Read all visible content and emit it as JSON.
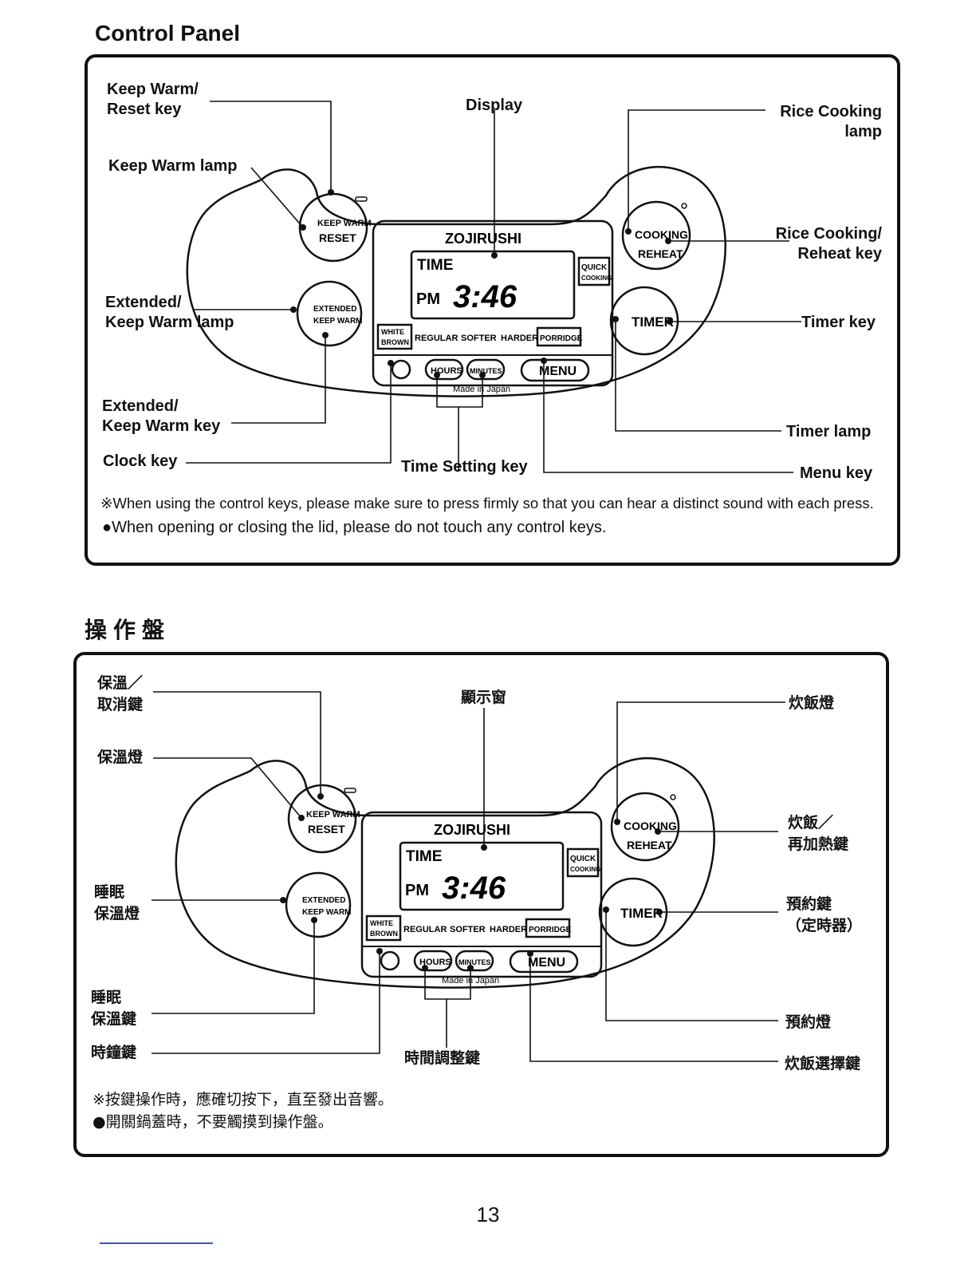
{
  "panel_en": {
    "title": "Control Panel",
    "labels": {
      "keep_warm_reset_key": "Keep Warm/\nReset key",
      "keep_warm_lamp": "Keep Warm lamp",
      "extended_keep_warm_lamp": "Extended/\nKeep Warm lamp",
      "extended_keep_warm_key": "Extended/\nKeep Warm key",
      "clock_key": "Clock key",
      "display": "Display",
      "time_setting_key": "Time Setting key",
      "rice_cooking_lamp": "Rice Cooking\nlamp",
      "rice_cooking_reheat_key": "Rice Cooking/\nReheat key",
      "timer_key": "Timer key",
      "timer_lamp": "Timer lamp",
      "menu_key": "Menu key"
    },
    "notes": [
      "※When using the control keys, please make sure to  press firmly so that you can hear a distinct sound with each press.",
      "●When opening or closing the lid, please do not touch any control keys."
    ]
  },
  "panel_cn": {
    "title": "操作盤",
    "labels": {
      "keep_warm_reset_key": "保溫／\n取消鍵",
      "keep_warm_lamp": "保溫燈",
      "extended_keep_warm_lamp": "睡眠\n保溫燈",
      "extended_keep_warm_key": "睡眠\n保溫鍵",
      "clock_key": "時鐘鍵",
      "display": "顯示窗",
      "time_setting_key": "時間調整鍵",
      "rice_cooking_lamp": "炊飯燈",
      "rice_cooking_reheat_key": "炊飯／\n再加熱鍵",
      "timer_key": "預約鍵\n（定時器）",
      "timer_lamp": "預約燈",
      "menu_key": "炊飯選擇鍵"
    },
    "notes": [
      "※按鍵操作時，應確切按下，直至發出音響。",
      "●開關鍋蓋時，不要觸摸到操作盤。"
    ]
  },
  "device": {
    "brand": "ZOJIRUSHI",
    "keep_warm_btn": [
      "KEEP WARM",
      "RESET"
    ],
    "extended_btn": [
      "EXTENDED",
      "KEEP WARM"
    ],
    "cooking_btn": [
      "COOKING",
      "REHEAT"
    ],
    "timer_btn": "TIMER",
    "display_time_label": "TIME",
    "display_ampm": "PM",
    "display_clock": "3:46",
    "quick_cooking": [
      "QUICK",
      "COOKING"
    ],
    "menu_row": [
      "WHITE",
      "BROWN",
      "REGULAR",
      "SOFTER",
      "HARDER",
      "PORRIDGE"
    ],
    "hours_key": "HOURS",
    "minutes_key": "MINUTES",
    "menu_key": "MENU",
    "made_in": "Made in Japan"
  },
  "page_number": "13"
}
